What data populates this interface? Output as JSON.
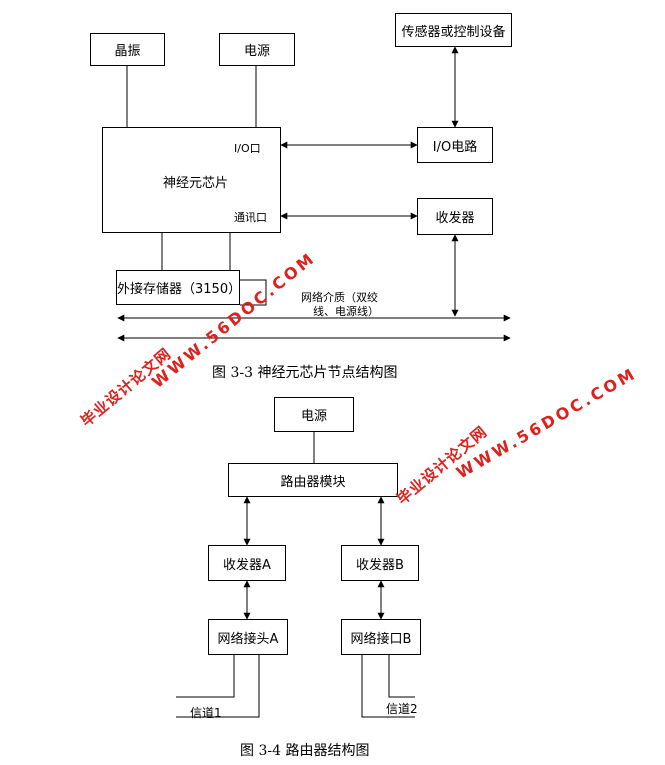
{
  "figure1": {
    "crystal": "晶振",
    "power": "电源",
    "sensor": "传感器或控制设备",
    "io_circuit": "I/O电路",
    "neuron_chip": "神经元芯片",
    "io_port": "I/O口",
    "comm_port": "通讯口",
    "transceiver": "收发器",
    "ext_memory": "外接存储器（3150）",
    "network_medium_line1": "网络介质（双绞",
    "network_medium_line2": "线、电源线）",
    "caption": "图 3-3 神经元芯片节点结构图"
  },
  "figure2": {
    "power": "电源",
    "router_module": "路由器模块",
    "transceiver_a": "收发器A",
    "transceiver_b": "收发器B",
    "connector_a": "网络接头A",
    "interface_b": "网络接口B",
    "channel1": "信道1",
    "channel2": "信道2",
    "caption": "图 3-4 路由器结构图"
  },
  "watermarks": {
    "site_name": "毕业设计论文网",
    "site_url": "WWW.56DOC.COM"
  },
  "colors": {
    "watermark": "#e0201c",
    "line": "#000000"
  }
}
